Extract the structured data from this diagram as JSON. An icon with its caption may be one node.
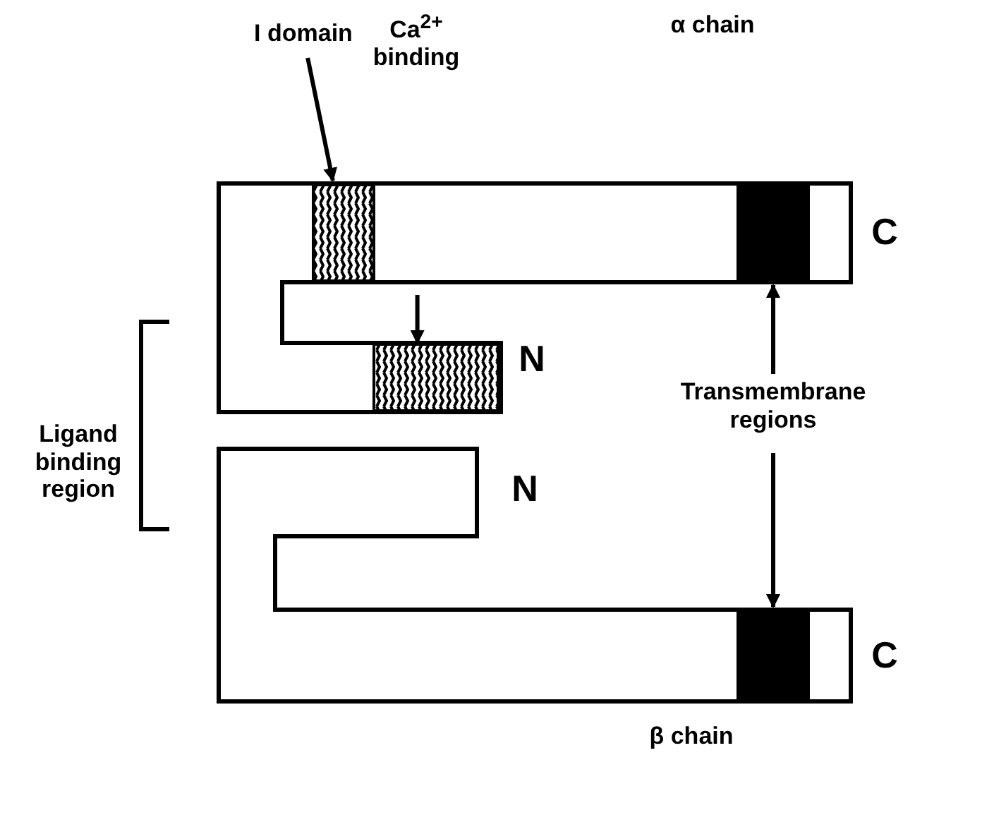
{
  "diagram": {
    "nodes": [
      {
        "text": [
          "I domain"
        ]
      },
      {
        "text": [],
        "shape": "box"
      },
      {
        "text": [],
        "shape": "box"
      },
      {
        "text": [
          "Transmembrane regions"
        ]
      },
      {
        "text": [],
        "shape": "box"
      },
      {
        "text": [],
        "shape": "box"
      }
    ],
    "edges": [
      {
        "from": 0,
        "to": 1,
        "arrow": "to"
      },
      {
        "from": null,
        "to": 2,
        "arrow": "to"
      },
      {
        "from": 3,
        "to": 4,
        "arrow": "to"
      },
      {
        "from": 3,
        "to": 5,
        "arrow": "to"
      }
    ],
    "labels": [
      "Ca$^{2+}$ binding",
      "α chain",
      "C",
      "N",
      "Ligand binding region",
      "N",
      "C",
      "β chain"
    ]
  }
}
